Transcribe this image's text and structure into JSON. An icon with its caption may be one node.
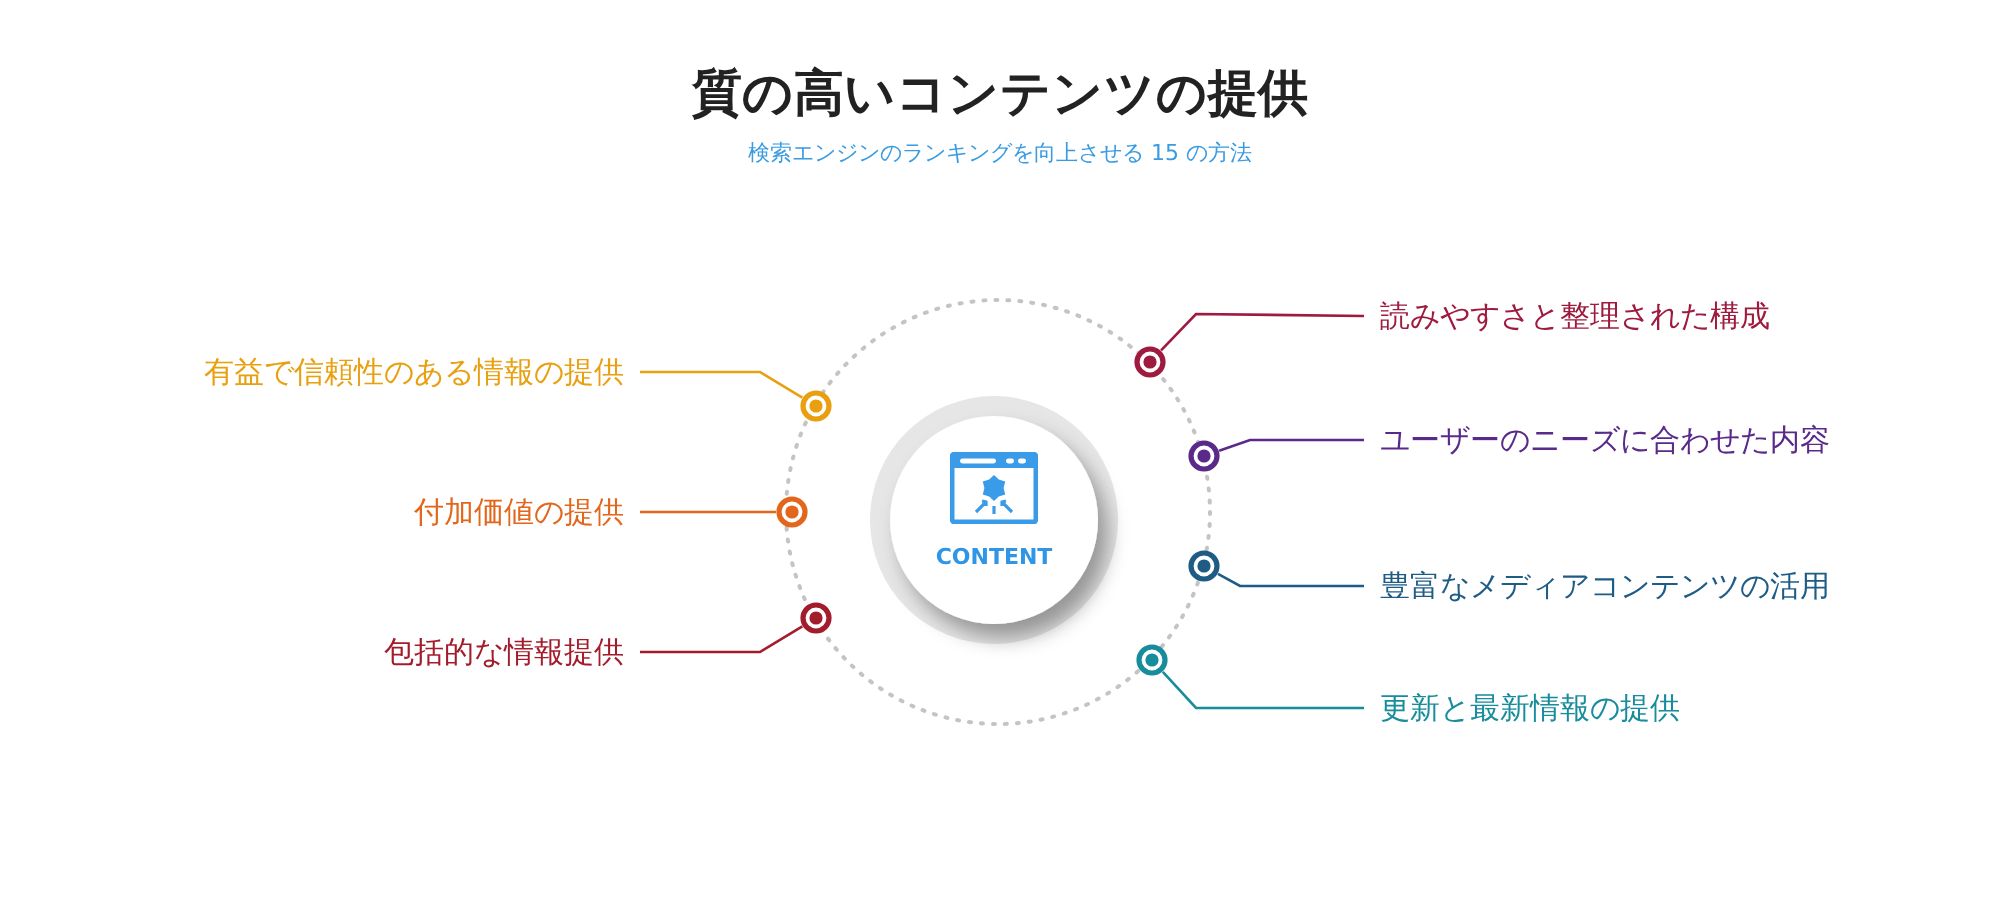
{
  "diagram": {
    "title": "質の高いコンテンツの提供",
    "caption": "検索エンジンのランキングを向上させる 15 の方法",
    "nodes": [
      {
        "text": [
          "CONTENT"
        ]
      },
      {
        "text": [
          "有益で信頼性のある情報の提供"
        ]
      },
      {
        "text": [
          "付加価値の提供"
        ]
      },
      {
        "text": [
          "包括的な情報提供"
        ]
      },
      {
        "text": [
          "読みやすさと整理された構成"
        ]
      },
      {
        "text": [
          "ユーザーのニーズに合わせた内容"
        ]
      },
      {
        "text": [
          "豊富なメディアコンテンツの活用"
        ]
      },
      {
        "text": [
          "更新と最新情報の提供"
        ]
      },
      {
        "text": [],
        "shape": "circle"
      },
      {
        "text": [],
        "shape": "circle"
      },
      {
        "text": [],
        "shape": "circle"
      },
      {
        "text": [],
        "shape": "circle"
      },
      {
        "text": [],
        "shape": "circle"
      },
      {
        "text": [],
        "shape": "circle"
      },
      {
        "text": [],
        "shape": "circle"
      }
    ],
    "edges": [
      {
        "from": 1,
        "to": 9,
        "arrow": "none",
        "color": "#e8a010"
      },
      {
        "from": 2,
        "to": 10,
        "arrow": "none",
        "color": "#e2661c"
      },
      {
        "from": 3,
        "to": 12,
        "arrow": "none",
        "color": "#a31c2c"
      },
      {
        "from": 4,
        "to": 8,
        "arrow": "none",
        "color": "#9e1a3e"
      },
      {
        "from": 5,
        "to": 11,
        "arrow": "none",
        "color": "#5a2a8a"
      },
      {
        "from": 6,
        "to": 13,
        "arrow": "none",
        "color": "#1e5c86"
      },
      {
        "from": 7,
        "to": 14,
        "arrow": "none",
        "color": "#178c9c"
      }
    ]
  }
}
